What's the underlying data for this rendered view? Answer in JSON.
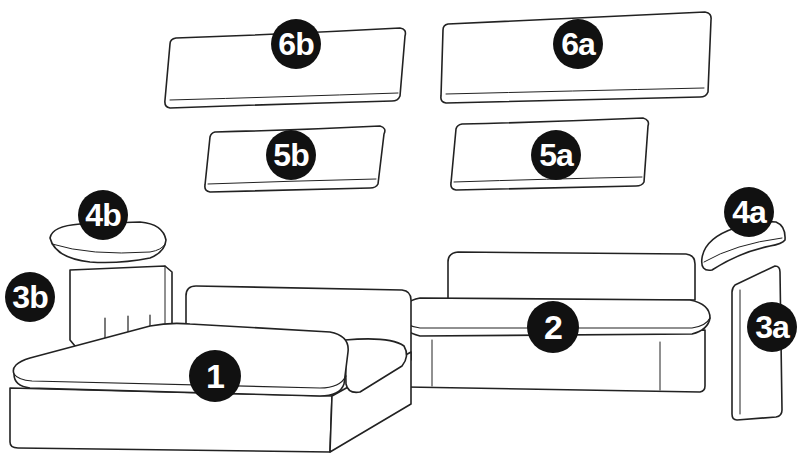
{
  "diagram": {
    "labels": [
      "6b",
      "6a",
      "5b",
      "5a",
      "4b",
      "4a",
      "3b",
      "2",
      "3a",
      "1"
    ]
  }
}
